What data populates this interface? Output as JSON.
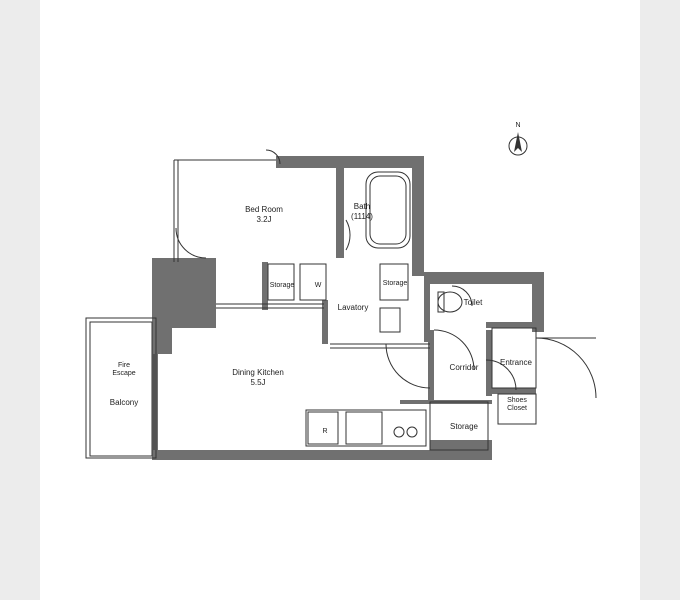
{
  "rooms": {
    "bed_room": {
      "name": "Bed Room",
      "size": "3.2J"
    },
    "bath": {
      "name": "Bath",
      "size": "(1114)"
    },
    "storage_bed": "Storage",
    "storage_lav": "Storage",
    "storage_corridor": "Storage",
    "washer": "W",
    "lavatory": "Lavatory",
    "toilet": "Toilet",
    "corridor": "Corridor",
    "entrance": "Entrance",
    "shoes_closet": {
      "line1": "Shoes",
      "line2": "Closet"
    },
    "dining_kitchen": {
      "name": "Dining Kitchen",
      "size": "5.5J"
    },
    "refrigerator": "R",
    "fire_escape": {
      "line1": "Fire",
      "line2": "Escape"
    },
    "balcony": "Balcony"
  },
  "compass": {
    "north": "N"
  },
  "colors": {
    "wall": "#707070",
    "line": "#333333",
    "background": "#ffffff",
    "page": "#ececec"
  }
}
